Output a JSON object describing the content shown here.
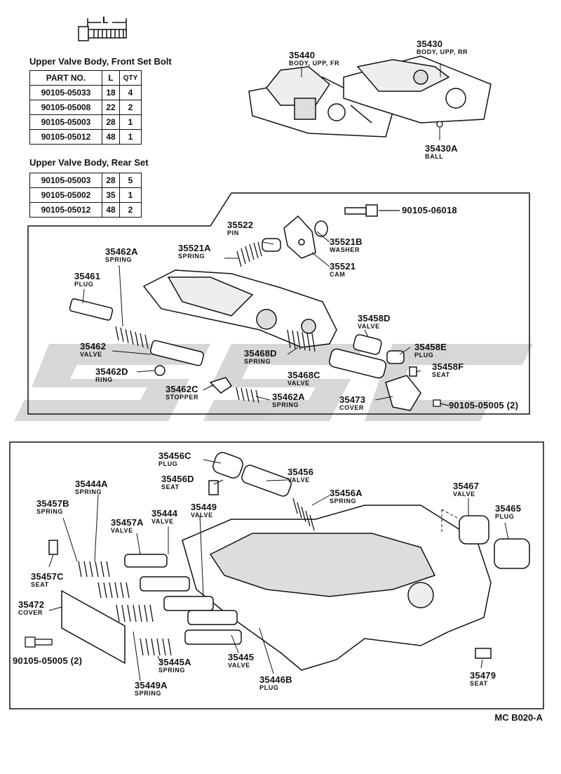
{
  "bolt_dimension_label": "L",
  "front_table": {
    "title": "Upper Valve Body, Front Set Bolt",
    "headers": [
      "PART NO.",
      "L",
      "QTY"
    ],
    "rows": [
      [
        "90105-05033",
        "18",
        "4"
      ],
      [
        "90105-05008",
        "22",
        "2"
      ],
      [
        "90105-05003",
        "28",
        "1"
      ],
      [
        "90105-05012",
        "48",
        "1"
      ]
    ]
  },
  "rear_table": {
    "title": "Upper Valve Body, Rear Set",
    "rows": [
      [
        "90105-05003",
        "28",
        "5"
      ],
      [
        "90105-05002",
        "35",
        "1"
      ],
      [
        "90105-05012",
        "48",
        "2"
      ]
    ]
  },
  "parts": [
    {
      "id": "p35440",
      "number": "35440",
      "name": "BODY, UPP, FR"
    },
    {
      "id": "p35430",
      "number": "35430",
      "name": "BODY, UPP, RR"
    },
    {
      "id": "p35430a",
      "number": "35430A",
      "name": "BALL"
    },
    {
      "id": "p9010506018",
      "number": "90105-06018",
      "name": ""
    },
    {
      "id": "p35522",
      "number": "35522",
      "name": "PIN"
    },
    {
      "id": "p35521b",
      "number": "35521B",
      "name": "WASHER"
    },
    {
      "id": "p35521a",
      "number": "35521A",
      "name": "SPRING"
    },
    {
      "id": "p35521",
      "number": "35521",
      "name": "CAM"
    },
    {
      "id": "p35462a_top",
      "number": "35462A",
      "name": "SPRING"
    },
    {
      "id": "p35461",
      "number": "35461",
      "name": "PLUG"
    },
    {
      "id": "p35458d",
      "number": "35458D",
      "name": "VALVE"
    },
    {
      "id": "p35462",
      "number": "35462",
      "name": "VALVE"
    },
    {
      "id": "p35468d",
      "number": "35468D",
      "name": "SPRING"
    },
    {
      "id": "p35458e",
      "number": "35458E",
      "name": "PLUG"
    },
    {
      "id": "p35462d",
      "number": "35462D",
      "name": "RING"
    },
    {
      "id": "p35468c",
      "number": "35468C",
      "name": "VALVE"
    },
    {
      "id": "p35458f",
      "number": "35458F",
      "name": "SEAT"
    },
    {
      "id": "p35462c",
      "number": "35462C",
      "name": "STOPPER"
    },
    {
      "id": "p35462a_bot",
      "number": "35462A",
      "name": "SPRING"
    },
    {
      "id": "p35473",
      "number": "35473",
      "name": "COVER"
    },
    {
      "id": "p9010505005a",
      "number": "90105-05005 (2)",
      "name": ""
    },
    {
      "id": "p35456c",
      "number": "35456C",
      "name": "PLUG"
    },
    {
      "id": "p35456",
      "number": "35456",
      "name": "VALVE"
    },
    {
      "id": "p35456d",
      "number": "35456D",
      "name": "SEAT"
    },
    {
      "id": "p35456a",
      "number": "35456A",
      "name": "SPRING"
    },
    {
      "id": "p35444a",
      "number": "35444A",
      "name": "SPRING"
    },
    {
      "id": "p35467",
      "number": "35467",
      "name": "VALVE"
    },
    {
      "id": "p35465",
      "number": "35465",
      "name": "PLUG"
    },
    {
      "id": "p35457b",
      "number": "35457B",
      "name": "SPRING"
    },
    {
      "id": "p35449",
      "number": "35449",
      "name": "VALVE"
    },
    {
      "id": "p35444",
      "number": "35444",
      "name": "VALVE"
    },
    {
      "id": "p35457a",
      "number": "35457A",
      "name": "VALVE"
    },
    {
      "id": "p35457c",
      "number": "35457C",
      "name": "SEAT"
    },
    {
      "id": "p35472",
      "number": "35472",
      "name": "COVER"
    },
    {
      "id": "p35445a",
      "number": "35445A",
      "name": "SPRING"
    },
    {
      "id": "p35445",
      "number": "35445",
      "name": "VALVE"
    },
    {
      "id": "p9010505005b",
      "number": "90105-05005 (2)",
      "name": ""
    },
    {
      "id": "p35449a",
      "number": "35449A",
      "name": "SPRING"
    },
    {
      "id": "p35446b",
      "number": "35446B",
      "name": "PLUG"
    },
    {
      "id": "p35479",
      "number": "35479",
      "name": "SEAT"
    }
  ],
  "diagram_code": "MC B020-A"
}
